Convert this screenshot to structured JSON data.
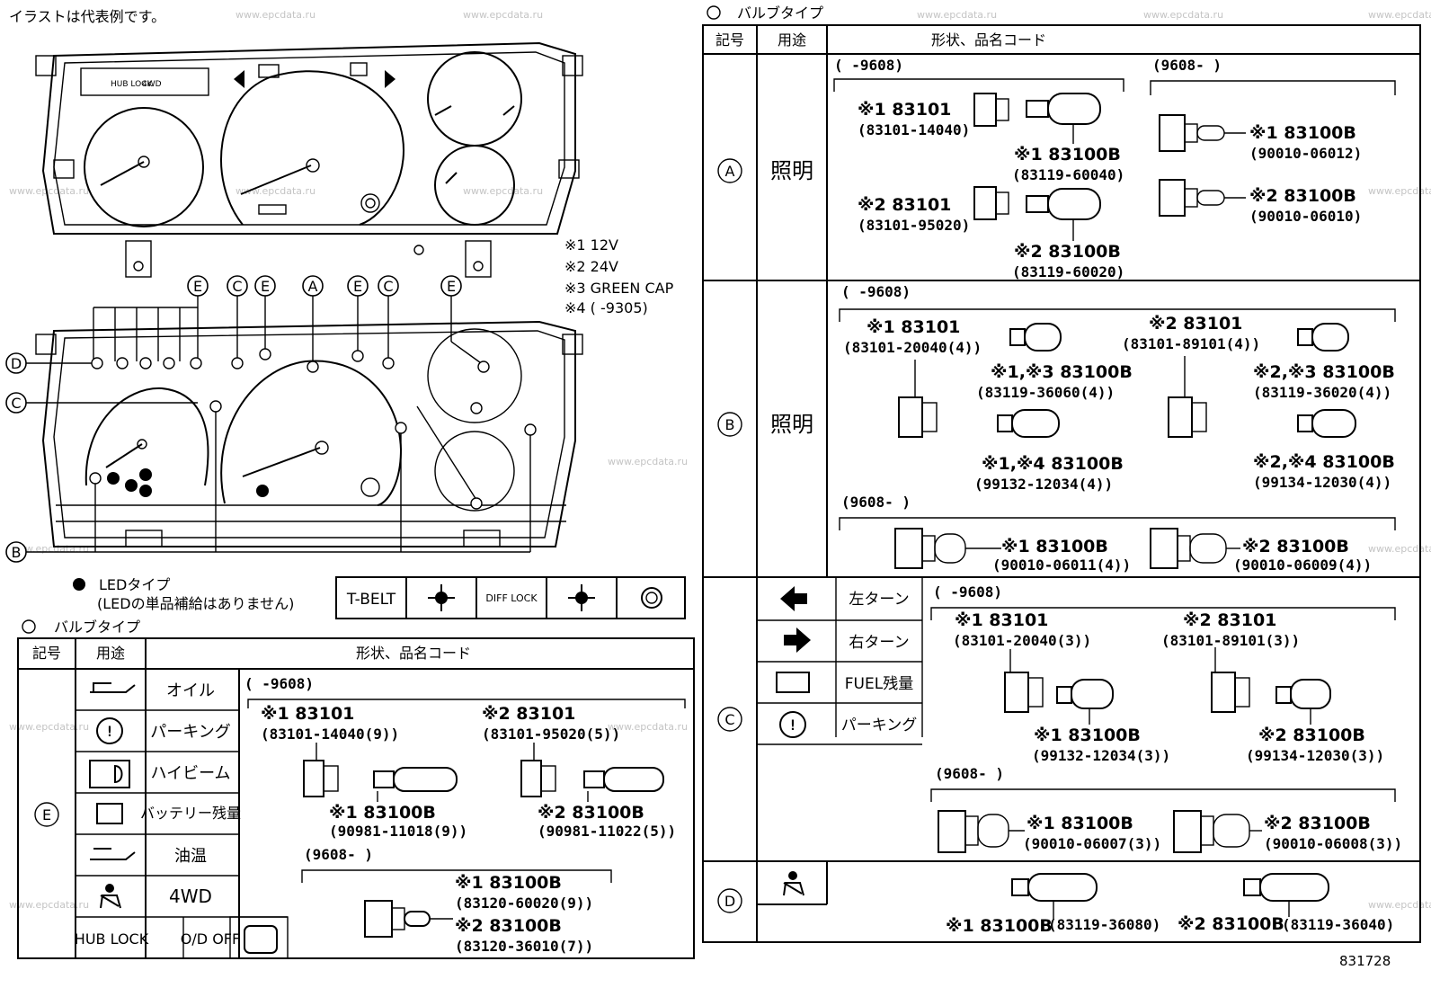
{
  "header": {
    "note": "イラストは代表例です。",
    "bulb_type_top": "バルブタイプ",
    "bulb_type_bottom": "バルブタイプ",
    "diagram_number": "831728"
  },
  "watermark": "www.epcdata.ru",
  "voltage_notes": [
    "※1 12V",
    "※2 24V",
    "※3 GREEN CAP",
    "※4 (     -9305)"
  ],
  "legend": {
    "led_title": "LEDタイプ",
    "led_note": "(LEDの単品補給はありません)",
    "led_boxes": [
      "T-BELT",
      "",
      "DIFF LOCK",
      "",
      ""
    ]
  },
  "callout_letters": [
    "A",
    "B",
    "C",
    "D",
    "E"
  ],
  "table_headers": {
    "symbol": "記号",
    "use": "用途",
    "shape": "形状、品名コード"
  },
  "right_table": {
    "A": {
      "symbol": "A",
      "use": "照明",
      "date_left": "(     -9608)",
      "date_right": "(9608-     )",
      "parts": [
        {
          "label": "※1 83101",
          "code": "(83101-14040)"
        },
        {
          "label": "※1 83100B",
          "code": "(83119-60040)"
        },
        {
          "label": "※2 83101",
          "code": "(83101-95020)"
        },
        {
          "label": "※2 83100B",
          "code": "(83119-60020)"
        },
        {
          "label": "※1 83100B",
          "code": "(90010-06012)"
        },
        {
          "label": "※2 83100B",
          "code": "(90010-06010)"
        }
      ]
    },
    "B": {
      "symbol": "B",
      "use": "照明",
      "date_top": "(     -9608)",
      "date_bottom": "(9608-     )",
      "parts": [
        {
          "label": "※1 83101",
          "code": "(83101-20040(4))"
        },
        {
          "label": "※1,※3 83100B",
          "code": "(83119-36060(4))"
        },
        {
          "label": "※1,※4 83100B",
          "code": "(99132-12034(4))"
        },
        {
          "label": "※2 83101",
          "code": "(83101-89101(4))"
        },
        {
          "label": "※2,※3 83100B",
          "code": "(83119-36020(4))"
        },
        {
          "label": "※2,※4 83100B",
          "code": "(99134-12030(4))"
        },
        {
          "label": "※1 83100B",
          "code": "(90010-06011(4))"
        },
        {
          "label": "※2 83100B",
          "code": "(90010-06009(4))"
        }
      ]
    },
    "C": {
      "symbol": "C",
      "uses": [
        "左ターン",
        "右ターン",
        "FUEL残量",
        "パーキング"
      ],
      "date_top": "(     -9608)",
      "date_bottom": "(9608-     )",
      "parts": [
        {
          "label": "※1 83101",
          "code": "(83101-20040(3))"
        },
        {
          "label": "※2 83101",
          "code": "(83101-89101(3))"
        },
        {
          "label": "※1 83100B",
          "code": "(99132-12034(3))"
        },
        {
          "label": "※2 83100B",
          "code": "(99134-12030(3))"
        },
        {
          "label": "※1 83100B",
          "code": "(90010-06007(3))"
        },
        {
          "label": "※2 83100B",
          "code": "(90010-06008(3))"
        }
      ]
    },
    "D": {
      "symbol": "D",
      "parts": [
        {
          "label": "※1 83100B",
          "code": "(83119-36080)"
        },
        {
          "label": "※2 83100B",
          "code": "(83119-36040)"
        }
      ]
    }
  },
  "left_table": {
    "E": {
      "symbol": "E",
      "uses": [
        "オイル",
        "パーキング",
        "ハイビーム",
        "バッテリー残量",
        "油温",
        "4WD",
        "HUB LOCK",
        "O/D OFF"
      ],
      "date_top": "(     -9608)",
      "date_bottom": "(9608-     )",
      "parts": [
        {
          "label": "※1 83101",
          "code": "(83101-14040(9))"
        },
        {
          "label": "※2 83101",
          "code": "(83101-95020(5))"
        },
        {
          "label": "※1 83100B",
          "code": "(90981-11018(9))"
        },
        {
          "label": "※2 83100B",
          "code": "(90981-11022(5))"
        },
        {
          "label": "※1 83100B",
          "code": "(83120-60020(9))"
        },
        {
          "label": "※2 83100B",
          "code": "(83120-36010(7))"
        }
      ]
    }
  },
  "cluster_top_labels": {
    "hub_lock": "HUB LOCK",
    "fourwd": "4WD"
  }
}
